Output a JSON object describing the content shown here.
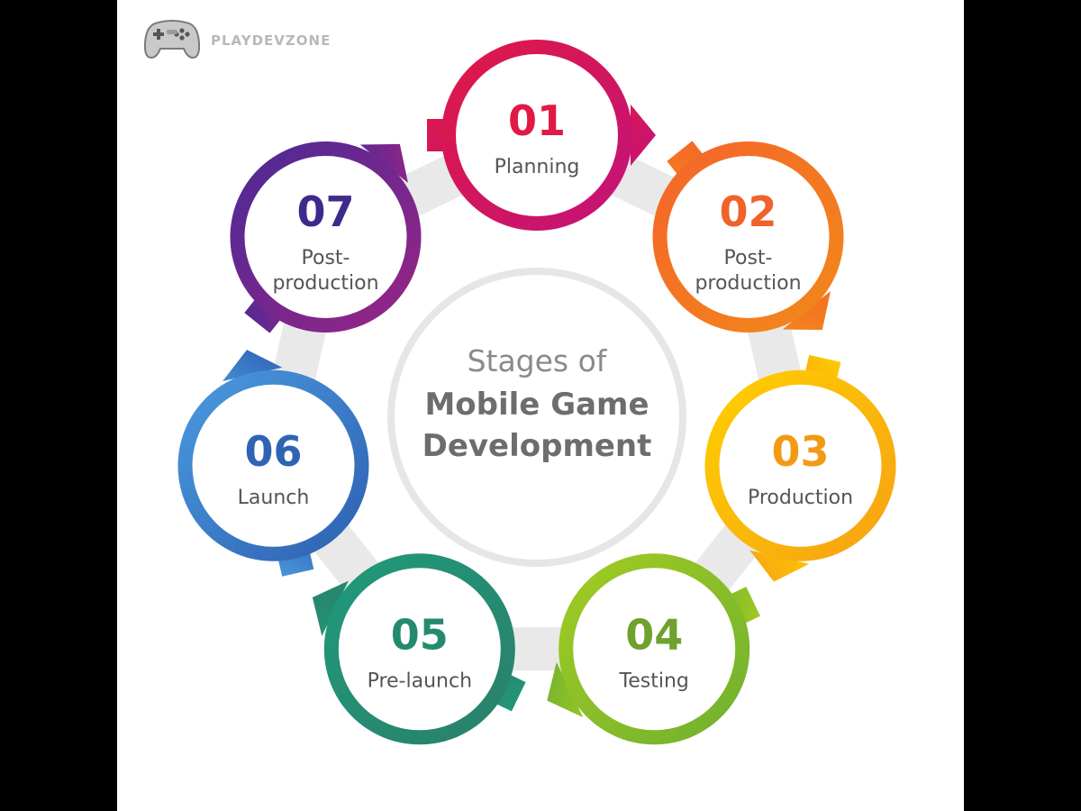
{
  "brand": {
    "name": "PLAYDEVZONE",
    "icon": "gamepad-icon"
  },
  "center": {
    "line1": "Stages of",
    "line2": "Mobile Game",
    "line3": "Development"
  },
  "stages": [
    {
      "number": "01",
      "label_lines": [
        "Planning"
      ],
      "color_a": "#e01945",
      "color_b": "#c2137a",
      "num_color": "#e01945"
    },
    {
      "number": "02",
      "label_lines": [
        "Post-",
        "production"
      ],
      "color_a": "#f5642a",
      "color_b": "#f2891a",
      "num_color": "#f0622a"
    },
    {
      "number": "03",
      "label_lines": [
        "Production"
      ],
      "color_a": "#ffd000",
      "color_b": "#f6a013",
      "num_color": "#f39a14"
    },
    {
      "number": "04",
      "label_lines": [
        "Testing"
      ],
      "color_a": "#a3cc21",
      "color_b": "#6fb030",
      "num_color": "#6ea12d"
    },
    {
      "number": "05",
      "label_lines": [
        "Pre-launch"
      ],
      "color_a": "#1f9a7b",
      "color_b": "#2b7f6a",
      "num_color": "#238a70"
    },
    {
      "number": "06",
      "label_lines": [
        "Launch"
      ],
      "color_a": "#4b9be0",
      "color_b": "#2d5fb0",
      "num_color": "#2f64b3"
    },
    {
      "number": "07",
      "label_lines": [
        "Post-",
        "production"
      ],
      "color_a": "#4a2a96",
      "color_b": "#9b2485",
      "num_color": "#3d2a8a"
    }
  ],
  "colors": {
    "ring_track": "#e9e9e9",
    "background": "#ffffff"
  }
}
